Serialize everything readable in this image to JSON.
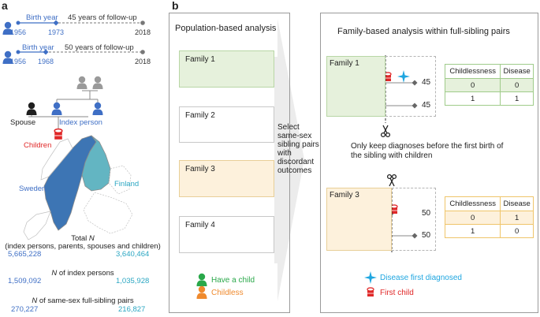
{
  "panel_a": {
    "label": "a",
    "timeline1": {
      "birth_label": "Birth year",
      "followup_label": "45 years of follow-up",
      "years": [
        "1956",
        "1973",
        "2018"
      ]
    },
    "timeline2": {
      "birth_label": "Birth year",
      "followup_label": "50 years of follow-up",
      "years": [
        "1956",
        "1968",
        "2018"
      ]
    },
    "family": {
      "spouse": "Spouse",
      "index_person": "Index person",
      "children": "Children"
    },
    "map": {
      "sweden": "Sweden",
      "finland": "Finland"
    },
    "stats": {
      "total_prefix": "Total ",
      "n": "N",
      "total_desc": "(index persons, parents, spouses and children)",
      "total_sweden": "5,665,228",
      "total_finland": "3,640,464",
      "index_suffix": " of index persons",
      "index_sweden": "1,509,092",
      "index_finland": "1,035,928",
      "pairs_suffix": " of same-sex full-sibling pairs",
      "pairs_sweden": "270,227",
      "pairs_finland": "216,827"
    }
  },
  "panel_b": {
    "label": "b",
    "population_title": "Population-based analysis",
    "families": [
      {
        "name": "Family 1"
      },
      {
        "name": "Family 2"
      },
      {
        "name": "Family 3"
      },
      {
        "name": "Family 4"
      }
    ],
    "arrow_text": [
      "Select",
      "same-sex",
      "sibling pairs",
      "with",
      "discordant",
      "outcomes"
    ],
    "legend_left": {
      "have_child": "Have a child",
      "childless": "Childless"
    },
    "family_title": "Family-based analysis within full-sibling pairs",
    "fam1": {
      "name": "Family 1",
      "ages": [
        "45",
        "45"
      ]
    },
    "fam3": {
      "name": "Family 3",
      "ages": [
        "50",
        "50"
      ]
    },
    "table1": {
      "headers": [
        "Childlessness",
        "Disease"
      ],
      "rows": [
        [
          "0",
          "0"
        ],
        [
          "1",
          "1"
        ]
      ]
    },
    "table2": {
      "headers": [
        "Childlessness",
        "Disease"
      ],
      "rows": [
        [
          "0",
          "1"
        ],
        [
          "1",
          "0"
        ]
      ]
    },
    "keep_text_1": "Only keep diagnoses before the first birth of",
    "keep_text_2": "the sibling with children",
    "legend_right": {
      "disease": "Disease first diagnosed",
      "first_child": "First child"
    }
  },
  "colors": {
    "green": "#2aa84a",
    "orange": "#ef8a2e",
    "blue": "#3f6fc5",
    "teal": "#2aa6c2",
    "red": "#e02828",
    "gray": "#9a9a9a",
    "green_fill": "#e6f1dc",
    "orange_fill": "#fdf1dc"
  }
}
